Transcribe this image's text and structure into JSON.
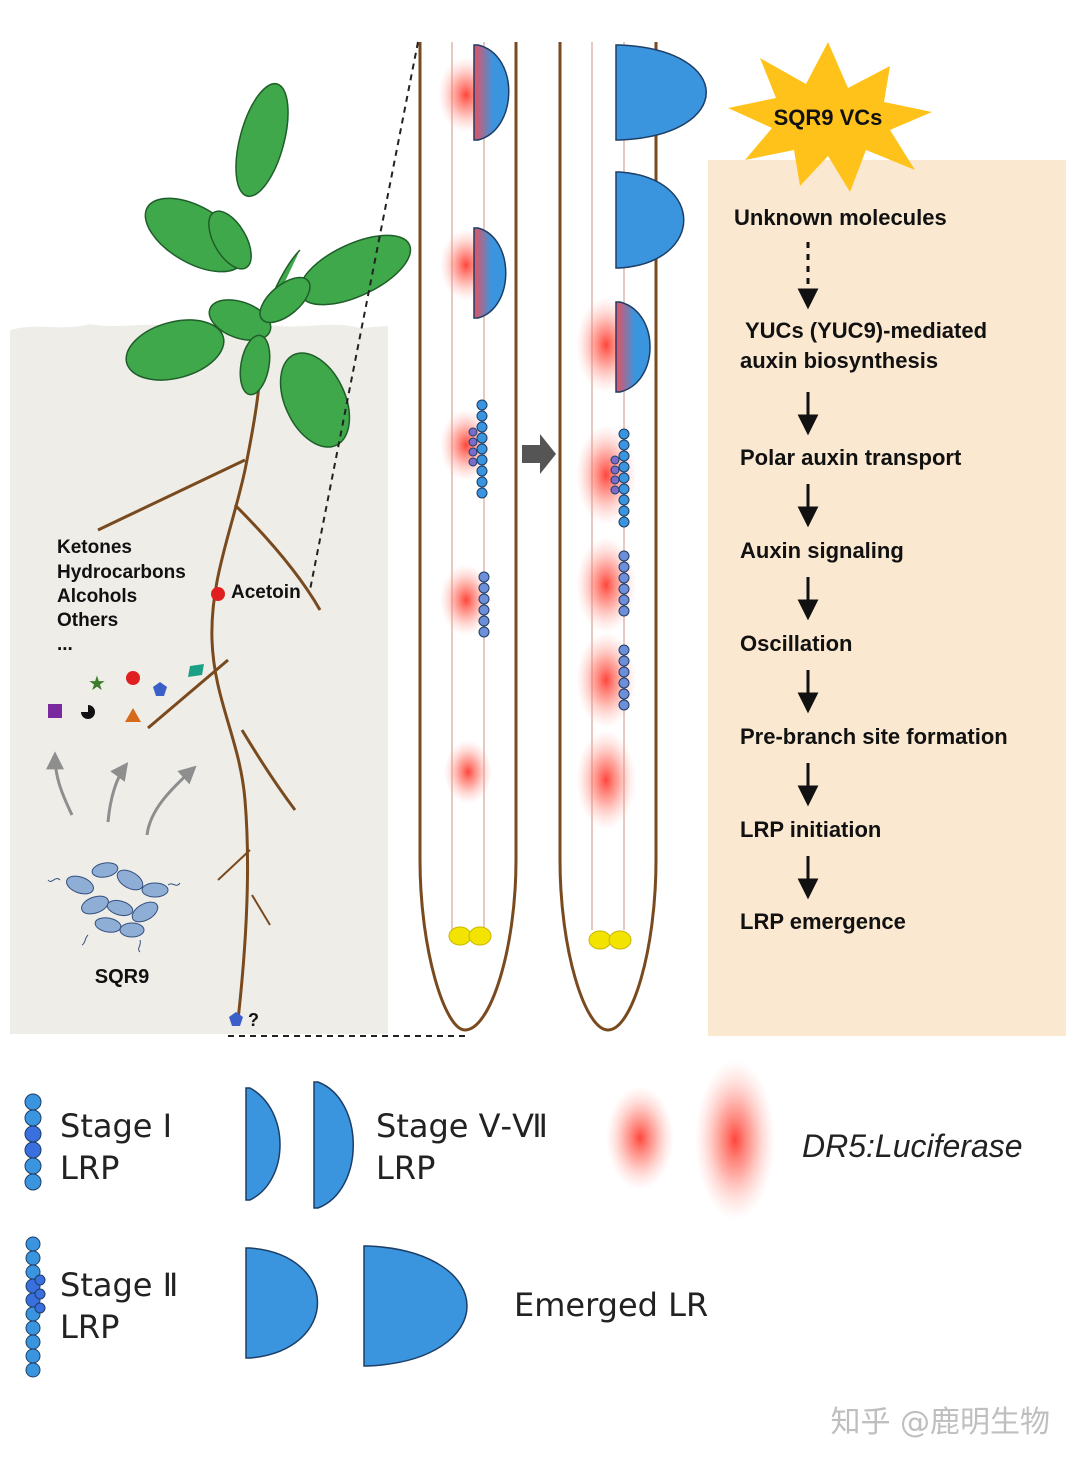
{
  "colors": {
    "soil": "#efede8",
    "panel": "#fbe8d1",
    "primordium": "#3a95de",
    "root_line": "#7a4a1f",
    "leaf": "#3fa84a",
    "burst": "#ffc21a",
    "reporter": "#ff3b30",
    "quiescent": "#f2e300"
  },
  "left": {
    "compounds": [
      "Ketones",
      "Hydrocarbons",
      "Alcohols",
      "Others",
      "..."
    ],
    "acetoin_label": "Acetoin",
    "bacteria_label": "SQR9",
    "unknown_mark": "?"
  },
  "burst_label": "SQR9 VCs",
  "pathway": {
    "steps": [
      "Unknown molecules",
      "YUCs (YUC9)-mediated",
      "auxin biosynthesis",
      "Polar auxin transport",
      "Auxin signaling",
      "Oscillation",
      "Pre-branch site formation",
      "LRP initiation",
      "LRP emergence"
    ]
  },
  "legend": {
    "stage1_title": "Stage Ⅰ",
    "stage1_sub": "LRP",
    "stage57_title": "Stage Ⅴ-Ⅶ",
    "stage57_sub": "LRP",
    "stage2_title": "Stage Ⅱ",
    "stage2_sub": "LRP",
    "emerged": "Emerged LR",
    "reporter": "DR5:Luciferase"
  },
  "watermark": "知乎 @鹿明生物"
}
